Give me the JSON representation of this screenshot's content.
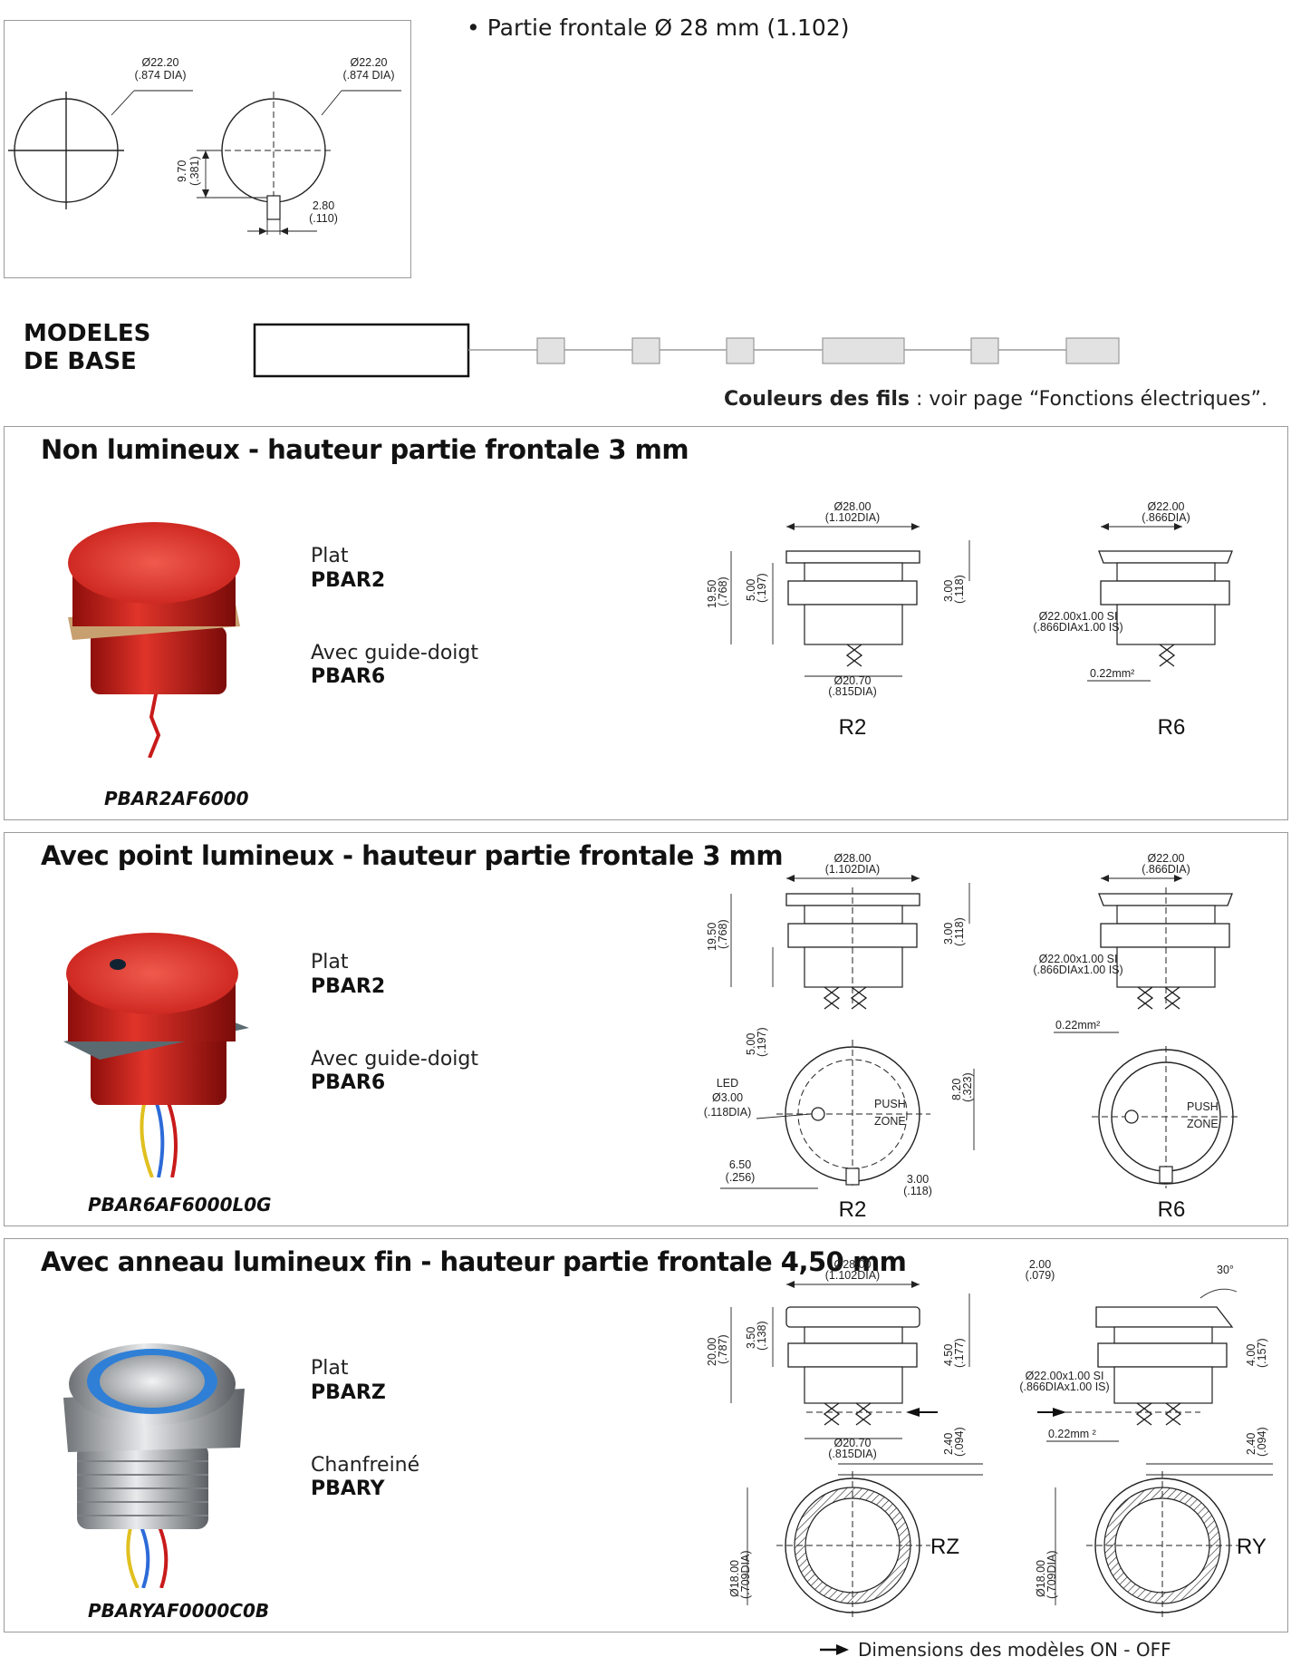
{
  "top": {
    "bullet": "• Partie frontale Ø 28 mm (1.102)",
    "cutout": {
      "d1_a": "Ø22.20",
      "d1_b": "(.874 DIA)",
      "d2_a": "Ø22.20",
      "d2_b": "(.874 DIA)",
      "h_a": "9.70",
      "h_b": "(.381)",
      "w_a": "2.80",
      "w_b": "(.110)"
    }
  },
  "base_models": {
    "title_line1": "MODELES",
    "title_line2": "DE BASE",
    "wire_colors_bold": "Couleurs des fils",
    "wire_colors_rest": " : voir page “Fonctions électriques”."
  },
  "sections": [
    {
      "title": "Non lumineux - hauteur partie frontale 3 mm",
      "opt1_label": "Plat",
      "opt1_code": "PBAR2",
      "opt2_label": "Avec guide-doigt",
      "opt2_code": "PBAR6",
      "ref": "PBAR2AF6000",
      "drawing_left": "R2",
      "drawing_right": "R6",
      "dims": {
        "top_a": "Ø28.00",
        "top_b": "(1.102DIA)",
        "h_a": "19.50",
        "h_b": "(.768)",
        "m_a": "5.00",
        "m_b": "(.197)",
        "t_a": "3.00",
        "t_b": "(.118)",
        "bot_a": "Ø20.70",
        "bot_b": "(.815DIA)",
        "r_top_a": "Ø22.00",
        "r_top_b": "(.866DIA)",
        "thread_a": "Ø22.00x1.00 SI",
        "thread_b": "(.866DIAx1.00 IS)",
        "wire": "0.22mm²"
      }
    },
    {
      "title": "Avec point lumineux - hauteur partie frontale 3 mm",
      "opt1_label": "Plat",
      "opt1_code": "PBAR2",
      "opt2_label": "Avec guide-doigt",
      "opt2_code": "PBAR6",
      "ref": "PBAR6AF6000L0G",
      "drawing_left": "R2",
      "drawing_right": "R6",
      "dims": {
        "top_a": "Ø28.00",
        "top_b": "(1.102DIA)",
        "h_a": "19.50",
        "h_b": "(.768)",
        "t_a": "3.00",
        "t_b": "(.118)",
        "m_a": "5.00",
        "m_b": "(.197)",
        "r_top_a": "Ø22.00",
        "r_top_b": "(.866DIA)",
        "thread_a": "Ø22.00x1.00 SI",
        "thread_b": "(.866DIAx1.00 IS)",
        "wire": "0.22mm²",
        "led_a": "LED",
        "led_b": "Ø3.00",
        "led_c": "(.118DIA)",
        "push": "PUSH",
        "zone": "ZONE",
        "v_a": "8.20",
        "v_b": "(.323)",
        "x_a": "6.50",
        "x_b": "(.256)",
        "s_a": "3.00",
        "s_b": "(.118)"
      }
    },
    {
      "title": "Avec anneau lumineux fin - hauteur partie frontale 4,50 mm",
      "opt1_label": "Plat",
      "opt1_code": "PBARZ",
      "opt2_label": "Chanfreiné",
      "opt2_code": "PBARY",
      "ref": "PBARYAF0000C0B",
      "drawing_left": "RZ",
      "drawing_right": "RY",
      "dims": {
        "top_a": "Ø28.00",
        "top_b": "(1.102DIA)",
        "h_a": "20.00",
        "h_b": "(.787)",
        "m_a": "3.50",
        "m_b": "(.138)",
        "t_a": "4.50",
        "t_b": "(.177)",
        "bot_a": "Ø20.70",
        "bot_b": "(.815DIA)",
        "r_a": "2.40",
        "r_b": "(.094)",
        "ring_a": "Ø18.00",
        "ring_b": "(.709DIA)",
        "ch_a": "2.00",
        "ch_b": "(.079)",
        "angle": "30°",
        "thread_a": "Ø22.00x1.00 SI",
        "thread_b": "(.866DIAx1.00 IS)",
        "wire": "0.22mm ²",
        "rr_a": "4.00",
        "rr_b": "(.157)",
        "rr2_a": "2.40",
        "rr2_b": "(.094)",
        "ring2_a": "Ø18.00",
        "ring2_b": "(.709DIA)"
      }
    }
  ],
  "footer": {
    "legend": "Dimensions des modèles ON - OFF"
  },
  "colors": {
    "border": "#9a9a9a",
    "red_body": "#d4221c",
    "blue_ring": "#2f7fd6",
    "steel": "#b9bcc0"
  }
}
